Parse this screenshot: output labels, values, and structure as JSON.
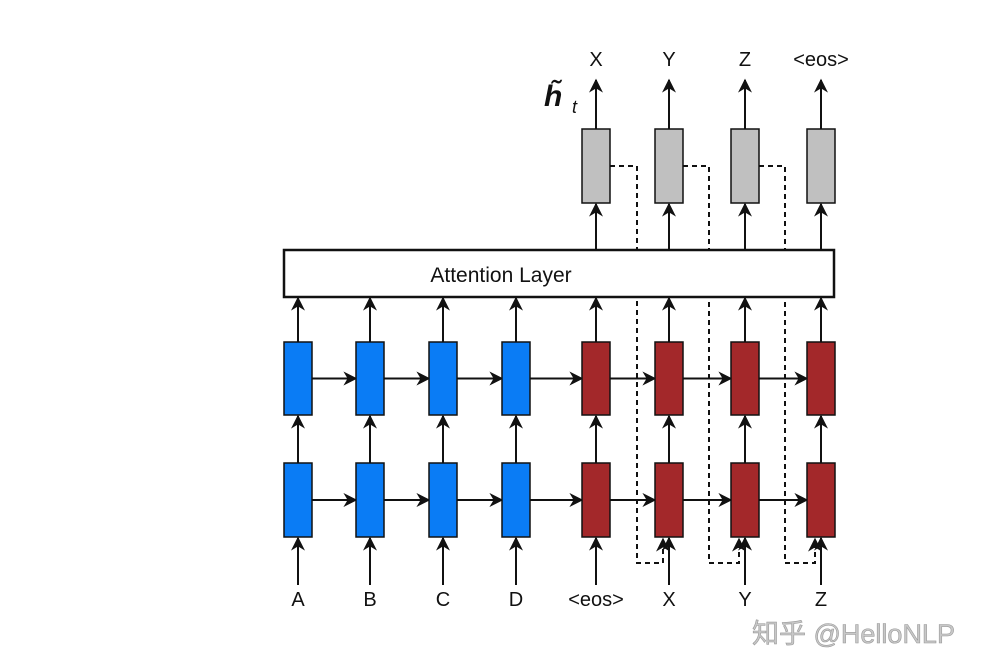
{
  "diagram": {
    "encoder_inputs": [
      "A",
      "B",
      "C",
      "D"
    ],
    "decoder_inputs": [
      "<eos>",
      "X",
      "Y",
      "Z"
    ],
    "outputs": [
      "X",
      "Y",
      "Z",
      "<eos>"
    ],
    "attention_label": "Attention Layer",
    "hidden_label": "h̃",
    "hidden_subscript": "t",
    "colors": {
      "encoder": "#0a7cf5",
      "decoder": "#a3282a",
      "attention_output": "#c0c0c0",
      "stroke": "#111111"
    }
  },
  "watermark": "知乎 @HelloNLP"
}
